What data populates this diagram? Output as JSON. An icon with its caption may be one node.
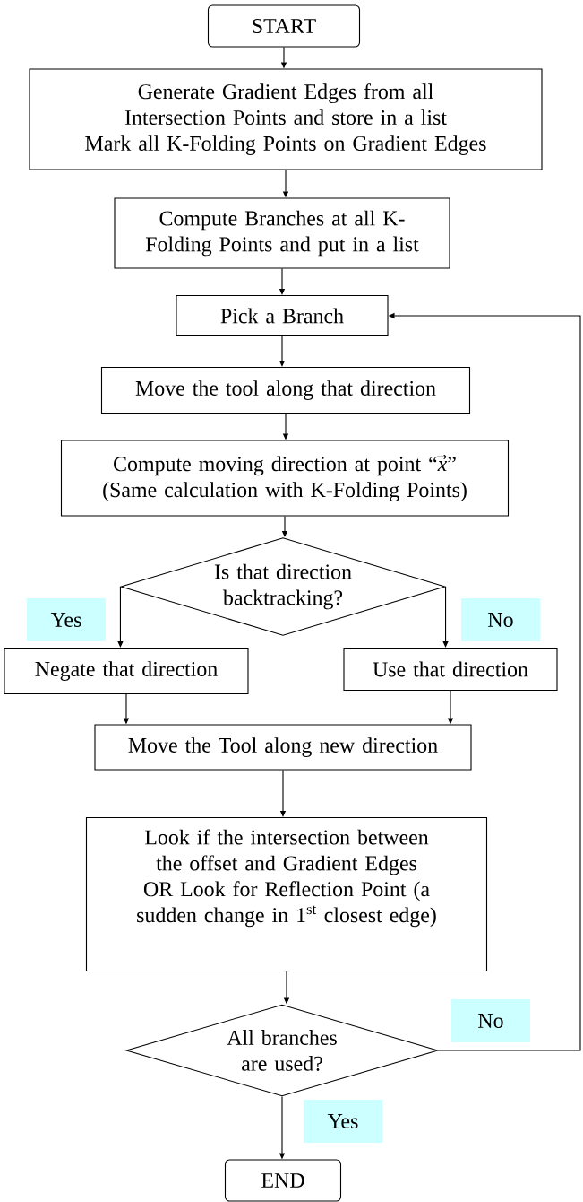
{
  "diagram": {
    "nodes": [
      {
        "text": [
          "START"
        ]
      },
      {
        "text": [
          "Generate Gradient Edges from all Intersection Points and store in a list",
          "Mark all K-Folding Points on Gradient Edges"
        ]
      },
      {
        "text": [
          "Compute Branches at all K-Folding Points and put in a list"
        ]
      },
      {
        "text": [
          "Pick a Branch"
        ]
      },
      {
        "text": [
          "Move the tool along that direction"
        ]
      },
      {
        "text": [
          "Compute moving direction at point “*x⃗*”",
          "(Same calculation with K-Folding Points)"
        ]
      },
      {
        "text": [
          "Is that direction backtracking?"
        ]
      },
      {
        "text": [
          "Negate that direction"
        ]
      },
      {
        "text": [
          "Use that direction"
        ]
      },
      {
        "text": [
          "Move the Tool along new direction"
        ]
      },
      {
        "text": [
          "Look if the intersection between the offset and Gradient Edges OR Look for Reflection Point (a sudden change in 1$^{st}$ closest edge)"
        ]
      },
      {
        "text": [
          "All branches are used?"
        ]
      },
      {
        "text": [
          "END"
        ]
      }
    ],
    "edges": [
      {
        "from": 0,
        "to": 1,
        "arrow": "to"
      },
      {
        "from": 1,
        "to": 2,
        "arrow": "to"
      },
      {
        "from": 2,
        "to": 3,
        "arrow": "to"
      },
      {
        "from": 3,
        "to": 4,
        "arrow": "to"
      },
      {
        "from": 4,
        "to": 5,
        "arrow": "to"
      },
      {
        "from": 5,
        "to": 6,
        "arrow": "to"
      },
      {
        "from": 6,
        "to": 7,
        "arrow": "to",
        "label": "Yes"
      },
      {
        "from": 6,
        "to": 8,
        "arrow": "to",
        "label": "No"
      },
      {
        "from": 7,
        "to": 9,
        "arrow": "to"
      },
      {
        "from": 8,
        "to": 9,
        "arrow": "to"
      },
      {
        "from": 9,
        "to": 10,
        "arrow": "to"
      },
      {
        "from": 10,
        "to": 11,
        "arrow": "to"
      },
      {
        "from": 11,
        "to": 12,
        "arrow": "to",
        "label": "Yes"
      },
      {
        "from": 11,
        "to": 3,
        "arrow": "to",
        "label": "No"
      }
    ]
  }
}
